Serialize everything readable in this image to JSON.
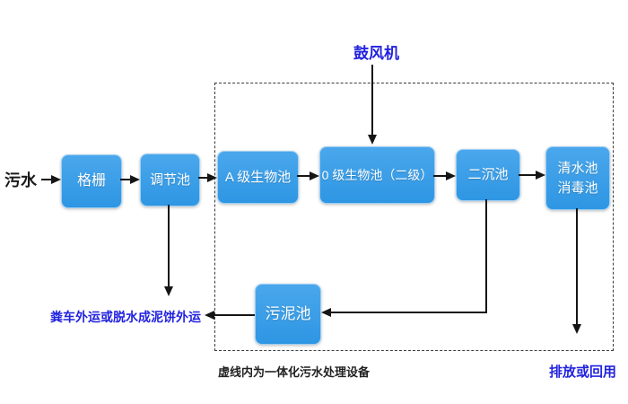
{
  "diagram_title": "integrated-wastewater-treatment-flowchart",
  "source_label": "污水",
  "blower_label": "鼓风机",
  "boxes": {
    "grid": "格栅",
    "regulating": "调节池",
    "a_bio": "A 级生物池",
    "o_bio": "0 级生物池（二级）",
    "secondary_sed": "二沉池",
    "clear_line1": "清水池",
    "clear_line2": "消毒池",
    "sludge": "污泥池"
  },
  "labels": {
    "sludge_out": "粪车外运或脱水成泥饼外运",
    "discharge": "排放或回用",
    "caption": "虚线内为一体化污水处理设备"
  },
  "colors": {
    "box_fill_top": "#4AA7EC",
    "box_fill_bottom": "#2E96E3",
    "box_border": "#9CCFF5",
    "box_text": "#FFFFFF",
    "label_blue": "#2222DF",
    "line_black": "#151515"
  }
}
